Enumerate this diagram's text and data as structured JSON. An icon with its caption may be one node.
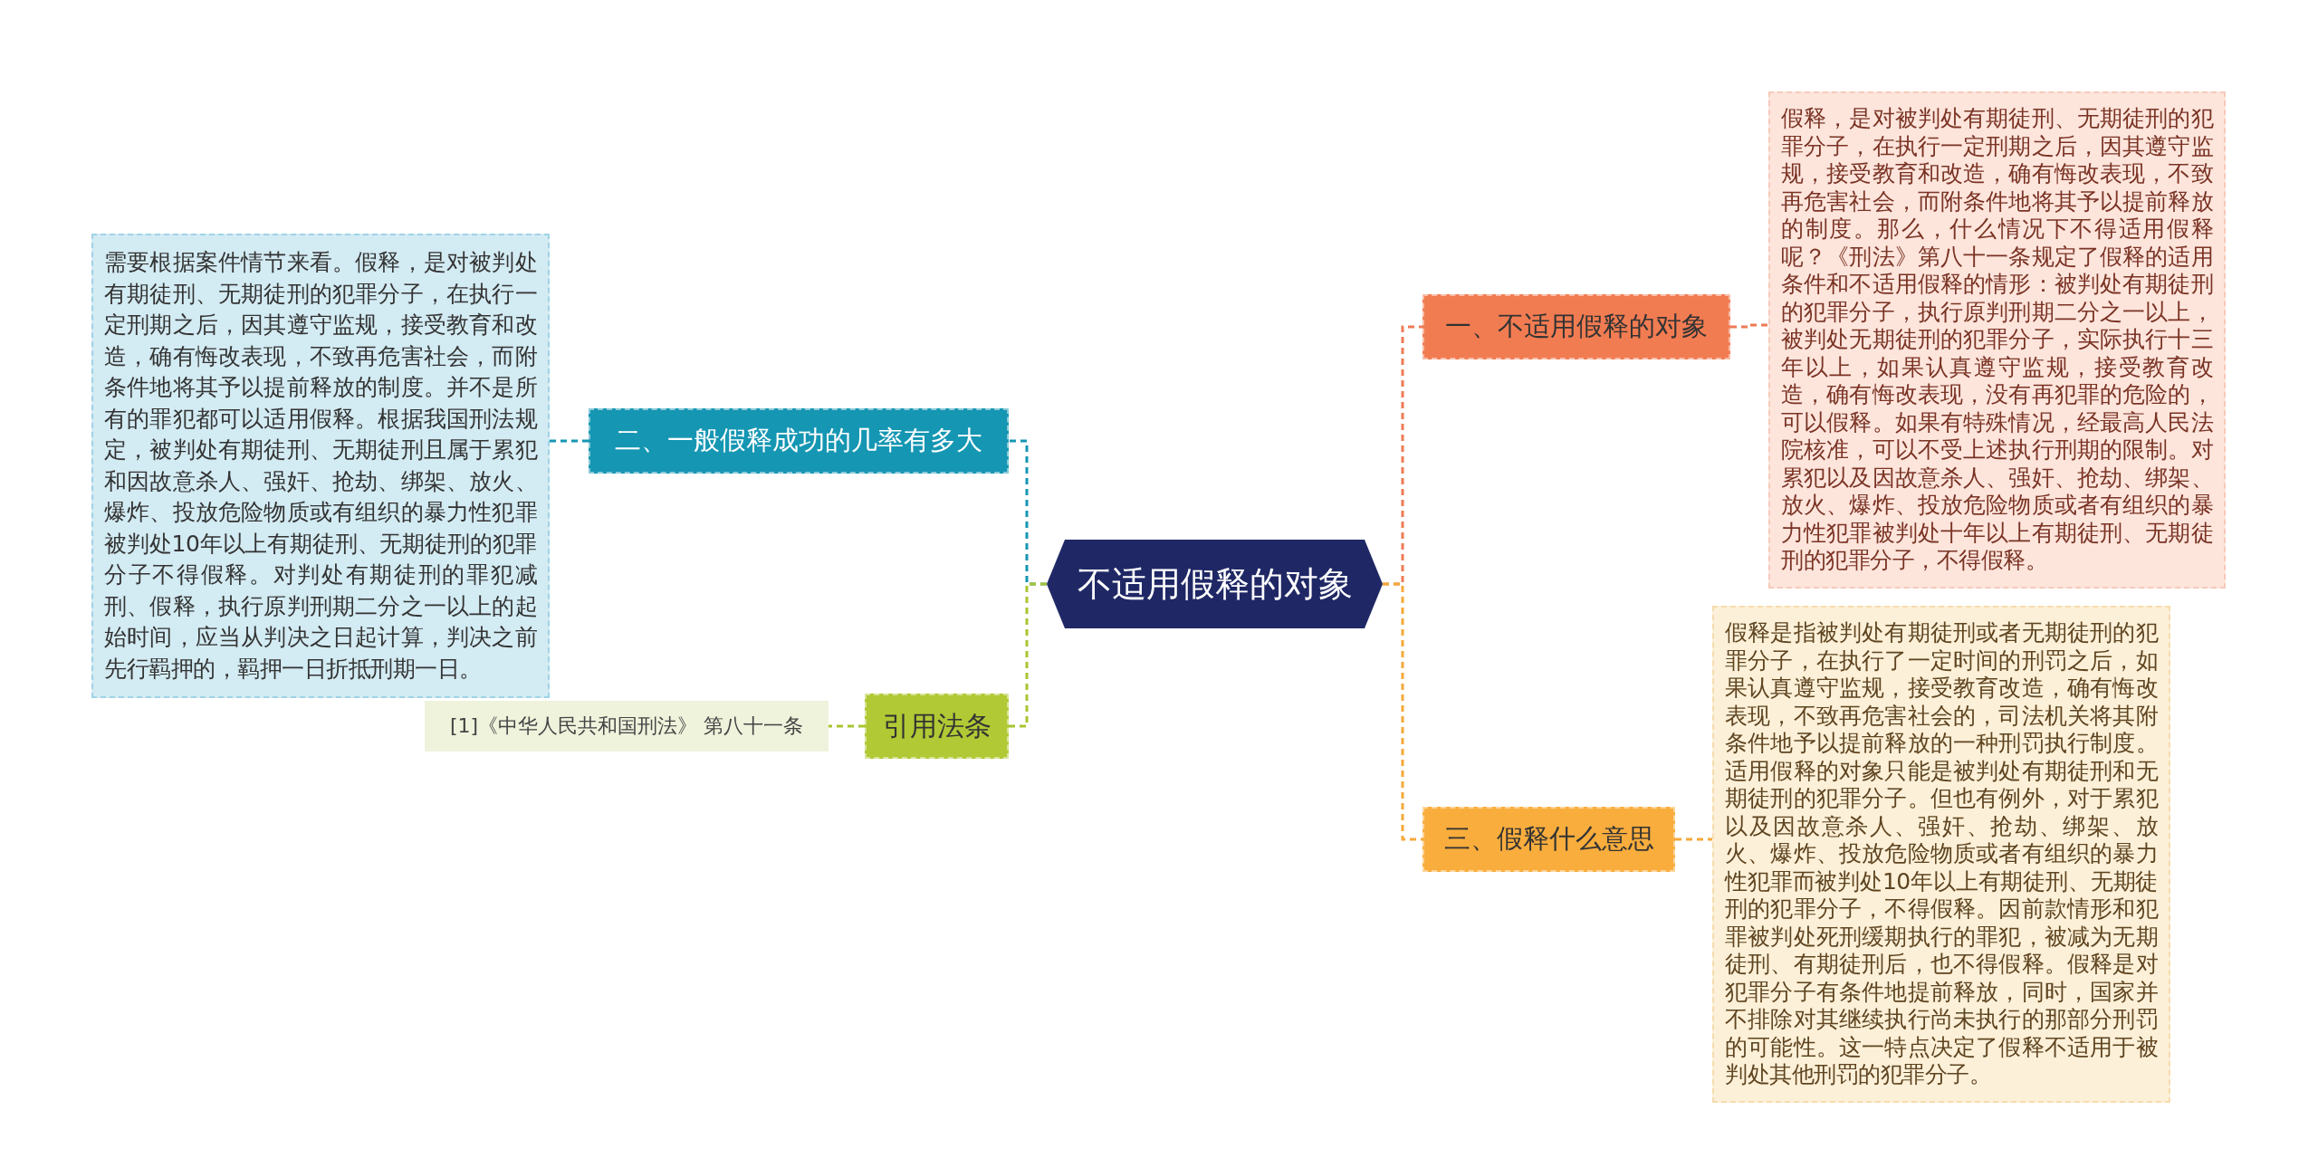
{
  "diagram": {
    "nodes": [
      {
        "text": [
          "不适用假释的对象"
        ]
      },
      {
        "text": [
          "二、一般假释成功的几率有多大"
        ]
      },
      {
        "text": [
          "需要根据案件情节来看。假释，是对被判处有期徒刑、无期徒刑的犯罪分子，在执行一定刑期之后，因其遵守监规，接受教育和改造，确有悔改表现，不致再危害社会，而附条件地将其予以提前释放的制度。并不是所有的罪犯都可以适用假释。根据我国刑法规定，被判处有期徒刑、无期徒刑且属于累犯和因故意杀人、强奸、抢劫、绑架、放火、爆炸、投放危险物质或有组织的暴力性犯罪被判处10年以上有期徒刑、无期徒刑的犯罪分子不得假释。对判处有期徒刑的罪犯减刑、假释，执行原判刑期二分之一以上的起始时间，应当从判决之日起计算，判决之前先行羁押的，羁押一日折抵刑期一日。"
        ]
      },
      {
        "text": [
          "引用法条"
        ]
      },
      {
        "text": [
          "[1]《中华人民共和国刑法》 第八十一条"
        ]
      },
      {
        "text": [
          "一、不适用假释的对象"
        ]
      },
      {
        "text": [
          "假释，是对被判处有期徒刑、无期徒刑的犯罪分子，在执行一定刑期之后，因其遵守监规，接受教育和改造，确有悔改表现，不致再危害社会，而附条件地将其予以提前释放的制度。那么，什么情况下不得适用假释呢？《刑法》第八十一条规定了假释的适用条件和不适用假释的情形：被判处有期徒刑的犯罪分子，执行原判刑期二分之一以上，被判处无期徒刑的犯罪分子，实际执行十三年以上，如果认真遵守监规，接受教育改造，确有悔改表现，没有再犯罪的危险的，可以假释。如果有特殊情况，经最高人民法院核准，可以不受上述执行刑期的限制。对累犯以及因故意杀人、强奸、抢劫、绑架、放火、爆炸、投放危险物质或者有组织的暴力性犯罪被判处十年以上有期徒刑、无期徒刑的犯罪分子，不得假释。"
        ]
      },
      {
        "text": [
          "三、假释什么意思"
        ]
      },
      {
        "text": [
          "假释是指被判处有期徒刑或者无期徒刑的犯罪分子，在执行了一定时间的刑罚之后，如果认真遵守监规，接受教育改造，确有悔改表现，不致再危害社会的，司法机关将其附条件地予以提前释放的一种刑罚执行制度。适用假释的对象只能是被判处有期徒刑和无期徒刑的犯罪分子。但也有例外，对于累犯以及因故意杀人、强奸、抢劫、绑架、放火、爆炸、投放危险物质或者有组织的暴力性犯罪而被判处10年以上有期徒刑、无期徒刑的犯罪分子，不得假释。因前款情形和犯罪被判处死刑缓期执行的罪犯，被减为无期徒刑、有期徒刑后，也不得假释。假释是对犯罪分子有条件地提前释放，同时，国家并不排除对其继续执行尚未执行的那部分刑罚的可能性。这一特点决定了假释不适用于被判处其他刑罚的犯罪分子。"
        ]
      }
    ],
    "edges": [
      {
        "from": 0,
        "to": 1,
        "arrow": "none",
        "color": "#1596b3"
      },
      {
        "from": 1,
        "to": 2,
        "arrow": "none",
        "color": "#1596b3"
      },
      {
        "from": 0,
        "to": 3,
        "arrow": "none",
        "color": "#a8c530"
      },
      {
        "from": 3,
        "to": 4,
        "arrow": "none",
        "color": "#a8c530"
      },
      {
        "from": 0,
        "to": 5,
        "arrow": "none",
        "color": "#ee7b55"
      },
      {
        "from": 5,
        "to": 6,
        "arrow": "none",
        "color": "#ee7b55"
      },
      {
        "from": 0,
        "to": 7,
        "arrow": "none",
        "color": "#f5a93a"
      },
      {
        "from": 7,
        "to": 8,
        "arrow": "none",
        "color": "#f5a93a"
      }
    ]
  }
}
